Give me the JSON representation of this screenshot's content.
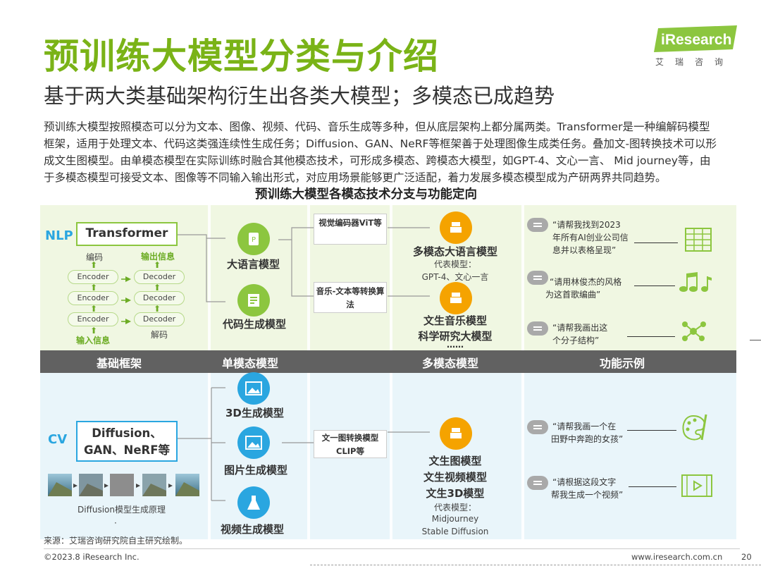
{
  "title": "预训练大模型分类与介绍",
  "subtitle": "基于两大类基础架构衍生出各类大模型；多模态已成趋势",
  "logo": {
    "brand": "iResearch",
    "sub": "艾瑞咨询"
  },
  "intro": "预训练大模型按照模态可以分为文本、图像、视频、代码、音乐生成等多种，但从底层架构上都分属两类。Transformer是一种编解码模型框架，适用于处理文本、代码这类强连续性生成任务；Diffusion、GAN、NeRF等框架善于处理图像生成类任务。叠加文-图转换技术可以形成文生图模型。由单模态模型在实际训练时融合其他模态技术，可形成多模态、跨模态大模型，如GPT-4、文心一言、 Mid journey等，由于多模态模型可接受文本、图像等不同输入输出形式，对应用场景能够更广泛适配，着力发展多模态模型成为产研两界共同趋势。",
  "diagram_title": "预训练大模型各模态技术分支与功能定向",
  "bar": {
    "col1": "基础框架",
    "col2": "单模态模型",
    "col3": "多模态模型",
    "col4": "功能示例"
  },
  "nlp": {
    "tag": "NLP",
    "framework": "Transformer",
    "encode_label": "编码",
    "output_label": "输出信息",
    "input_label": "输入信息",
    "decode_label": "解码",
    "encoder": "Encoder",
    "decoder": "Decoder",
    "llm": "大语言模型",
    "code": "代码生成模型",
    "vit": "视觉编码器ViT等",
    "music_algo": "音乐-文本等转换算法",
    "mm_llm": "多模态大语言模型",
    "mm_llm_rep": "代表模型：",
    "mm_llm_ex": "GPT-4、文心一言",
    "music_model": "文生音乐模型",
    "sci_model": "科学研究大模型",
    "ellipsis": "……",
    "ex1": "“请帮我找到2023年所有AI创业公司信息并以表格呈现”",
    "ex1_l1": "“请帮我找到2023",
    "ex1_l2": "年所有AI创业公司信",
    "ex1_l3": "息并以表格呈现”",
    "ex2_l1": "“请用林俊杰的风格",
    "ex2_l2": "为这首歌编曲”",
    "ex3_l1": "“请帮我画出这",
    "ex3_l2": "个分子结构”"
  },
  "cv": {
    "tag": "CV",
    "framework_l1": "Diffusion、",
    "framework_l2": "GAN、NeRF等",
    "diffusion_caption": "Diffusion模型生成原理",
    "dot": "·",
    "m3d": "3D生成模型",
    "img": "图片生成模型",
    "video": "视频生成模型",
    "clip_l1": "文一图转换模型",
    "clip_l2": "CLIP等",
    "t2i": "文生图模型",
    "t2v": "文生视频模型",
    "t23d": "文生3D模型",
    "rep": "代表模型：",
    "rep1": "Midjourney",
    "rep2": "Stable Diffusion",
    "ex4_l1": "“请帮我画一个在",
    "ex4_l2": "田野中奔跑的女孩”",
    "ex5_l1": "“请根据这段文字",
    "ex5_l2": "帮我生成一个视频”"
  },
  "footer": {
    "source": "来源：艾瑞咨询研究院自主研究绘制。",
    "copyright": "©2023.8 iResearch Inc.",
    "url": "www.iresearch.com.cn",
    "page": "20"
  },
  "colors": {
    "green": "#8cc63f",
    "blue": "#2aa6e0",
    "orange": "#f5a300",
    "gray_bar": "#616161"
  }
}
